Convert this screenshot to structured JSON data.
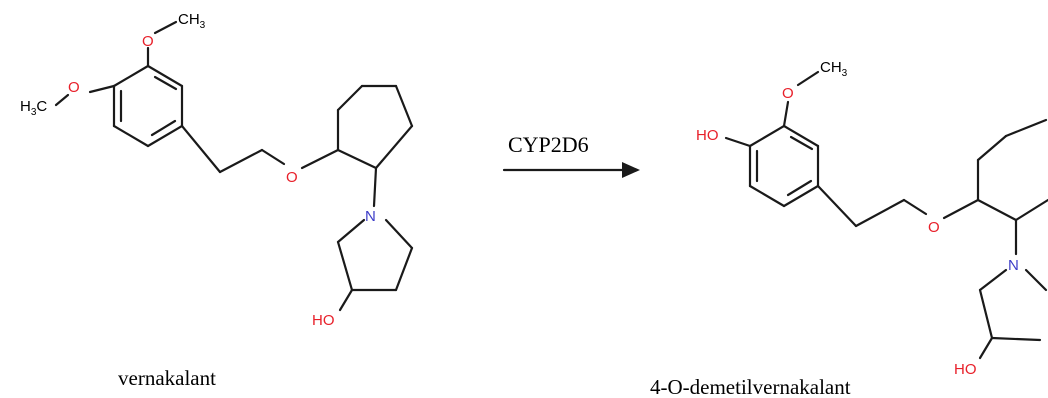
{
  "colors": {
    "bond": "#1a1a1a",
    "oxygen": "#e8202a",
    "nitrogen": "#3c3cc8",
    "text": "#000000"
  },
  "reaction": {
    "enzyme": "CYP2D6"
  },
  "reactant": {
    "name": "vernakalant",
    "atoms": {
      "methyl_top": "CH",
      "methyl_top_sub": "3",
      "o_top": "O",
      "methyl_left": "H",
      "methyl_left_sub": "3",
      "methyl_left_c": "C",
      "o_left": "O",
      "o_ether": "O",
      "n": "N",
      "oh": "HO"
    }
  },
  "product": {
    "name": "4-O-demetilvernakalant",
    "atoms": {
      "methyl_top": "CH",
      "methyl_top_sub": "3",
      "o_top": "O",
      "ho_left": "HO",
      "o_ether": "O",
      "n": "N",
      "oh": "HO"
    }
  }
}
